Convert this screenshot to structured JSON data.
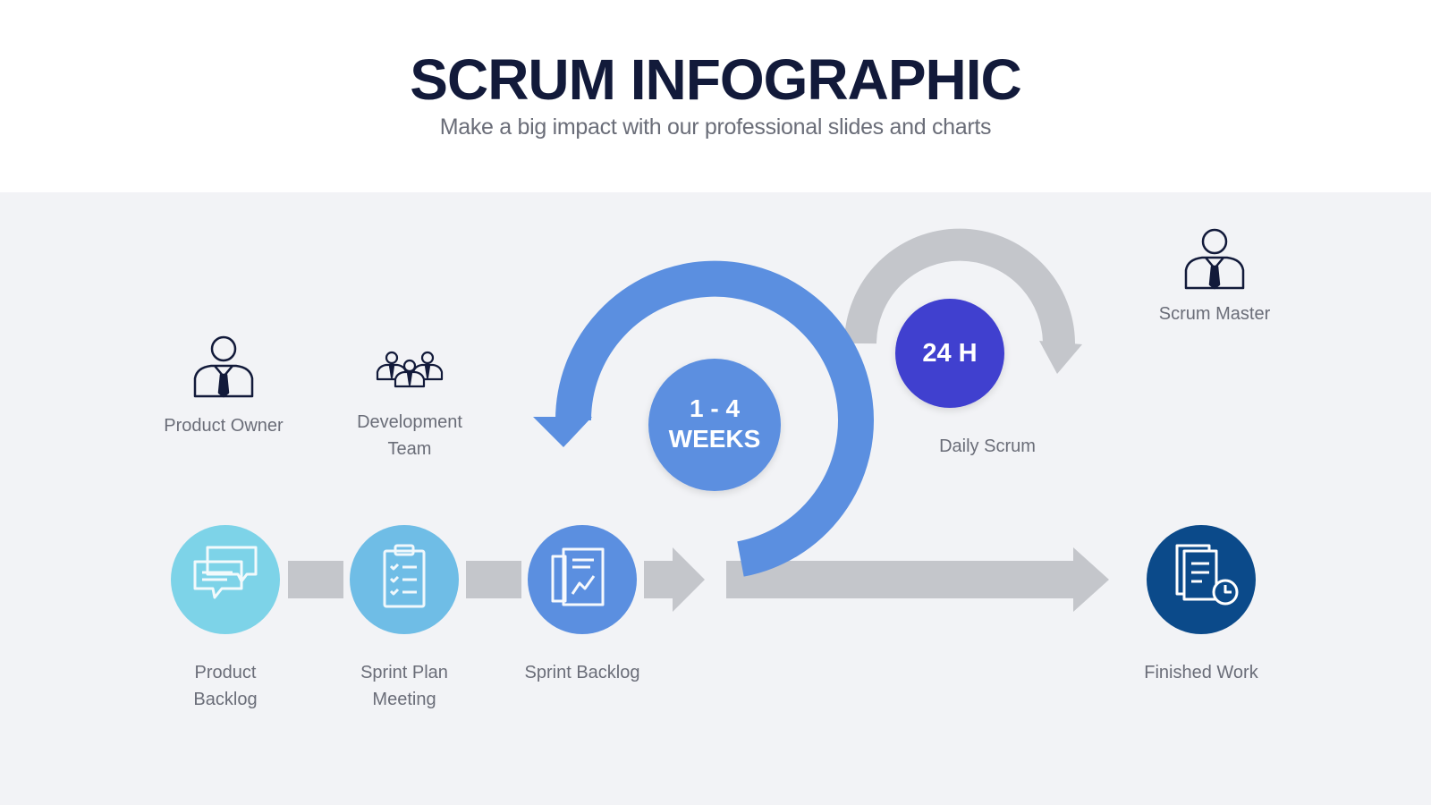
{
  "header": {
    "title": "SCRUM INFOGRAPHIC",
    "subtitle": "Make a big impact with our professional slides and charts"
  },
  "roles": [
    {
      "label": "Product Owner",
      "icon": "businessman-icon"
    },
    {
      "label": "Development Team",
      "icon": "team-icon"
    },
    {
      "label": "Scrum Master",
      "icon": "businessman-icon"
    }
  ],
  "steps": [
    {
      "label": "Product Backlog",
      "icon": "chat-bubbles-icon",
      "color": "#7dd3e8"
    },
    {
      "label": "Sprint Plan Meeting",
      "icon": "clipboard-checklist-icon",
      "color": "#6fbde6"
    },
    {
      "label": "Sprint Backlog",
      "icon": "documents-chart-icon",
      "color": "#5b8fe0"
    },
    {
      "label": "Finished Work",
      "icon": "documents-clock-icon",
      "color": "#0b4a8a"
    }
  ],
  "sprint": {
    "line1": "1 - 4",
    "line2": "WEEKS",
    "color": "#5b8fe0"
  },
  "daily": {
    "text": "24 H",
    "label": "Daily Scrum",
    "color": "#3f3fcf"
  },
  "colors": {
    "arrow_gray": "#c4c6cb",
    "sprint_arrow": "#5b8fe0",
    "navy": "#121a3a"
  }
}
